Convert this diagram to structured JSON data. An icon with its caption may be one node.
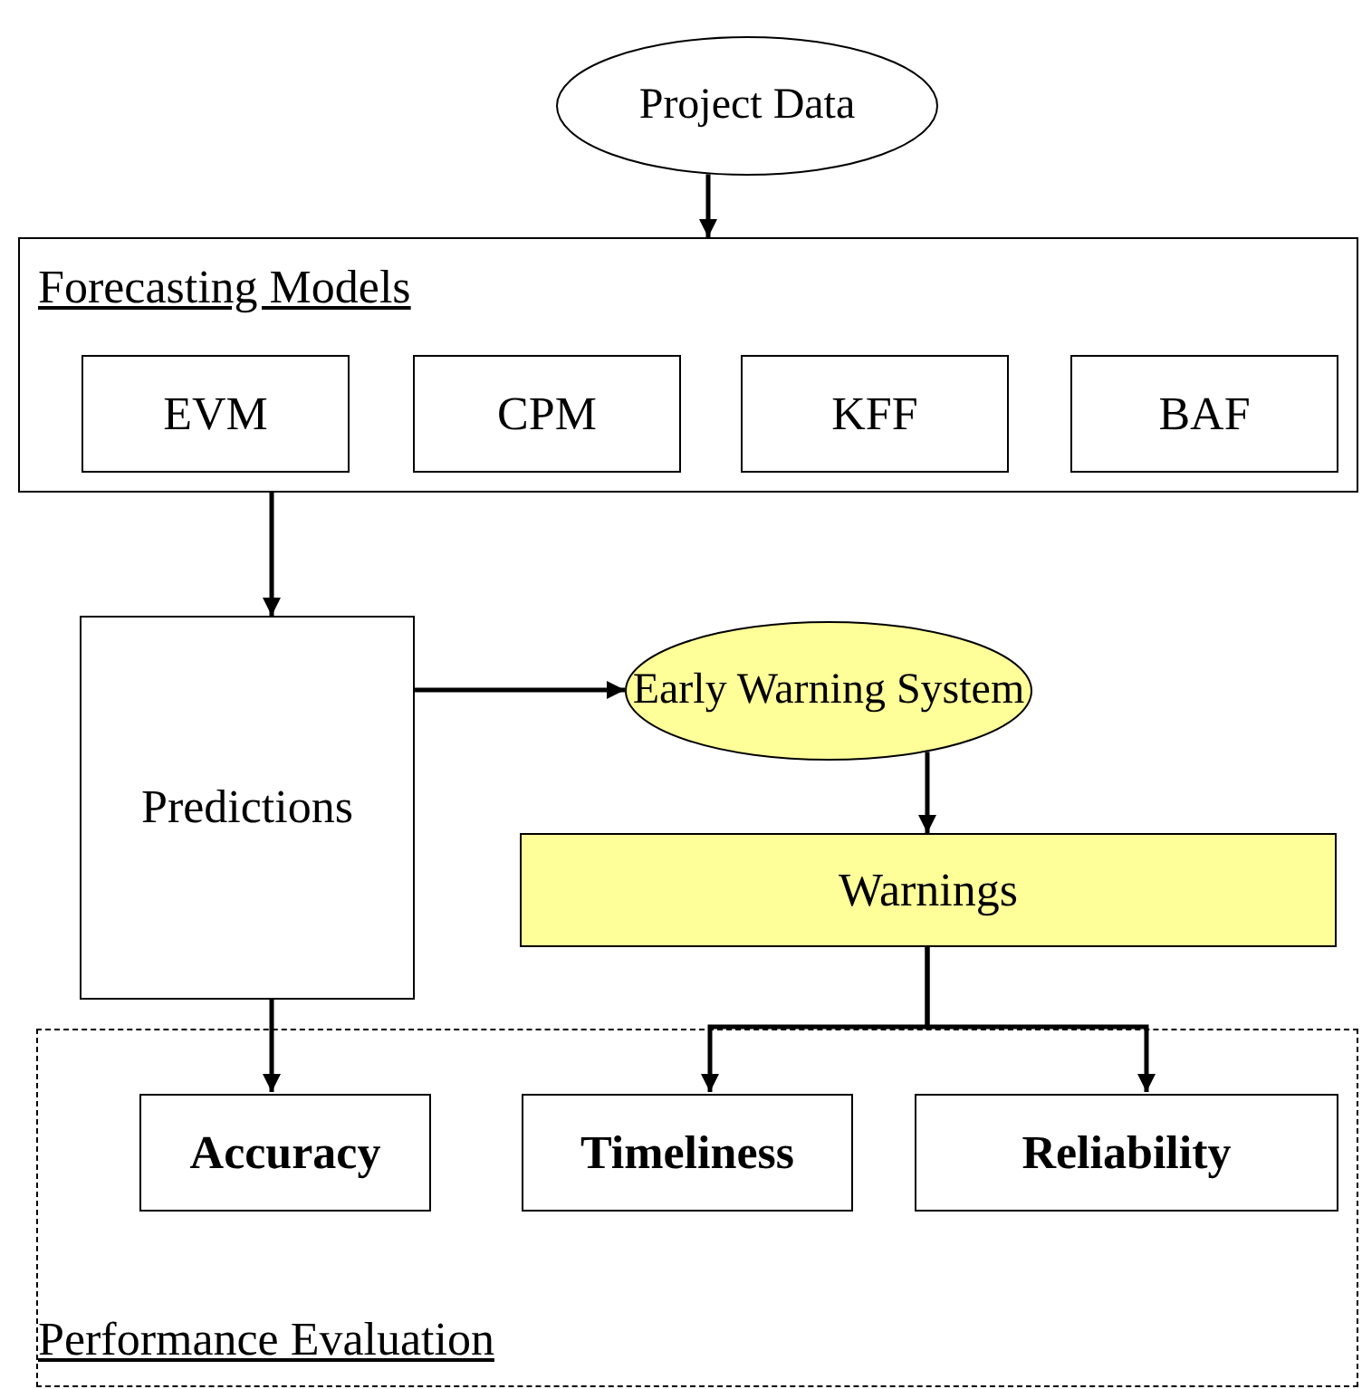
{
  "diagram": {
    "nodes": [
      {
        "text": [
          "Project Data"
        ]
      },
      {
        "text": [
          "Forecasting Models"
        ]
      },
      {
        "text": [
          "EVM"
        ],
        "in": 1
      },
      {
        "text": [
          "CPM"
        ],
        "in": 1
      },
      {
        "text": [
          "KFF"
        ],
        "in": 1
      },
      {
        "text": [
          "BAF"
        ],
        "in": 1
      },
      {
        "text": [
          "Predictions"
        ]
      },
      {
        "text": [
          "Early Warning System"
        ]
      },
      {
        "text": [
          "Warnings"
        ]
      },
      {
        "text": [
          "Performance Evaluation"
        ]
      },
      {
        "text": [
          "Accuracy"
        ],
        "in": 9
      },
      {
        "text": [
          "Timeliness"
        ],
        "in": 9
      },
      {
        "text": [
          "Reliability"
        ],
        "in": 9
      }
    ],
    "edges": [
      {
        "from": 0,
        "to": 1,
        "arrow": "to"
      },
      {
        "from": 1,
        "to": 6,
        "arrow": "to"
      },
      {
        "from": 6,
        "to": 7,
        "arrow": "to"
      },
      {
        "from": 7,
        "to": 8,
        "arrow": "to"
      },
      {
        "from": 8,
        "to": 11,
        "arrow": "to"
      },
      {
        "from": 8,
        "to": 12,
        "arrow": "to"
      },
      {
        "from": 6,
        "to": 10,
        "arrow": "to"
      }
    ]
  }
}
